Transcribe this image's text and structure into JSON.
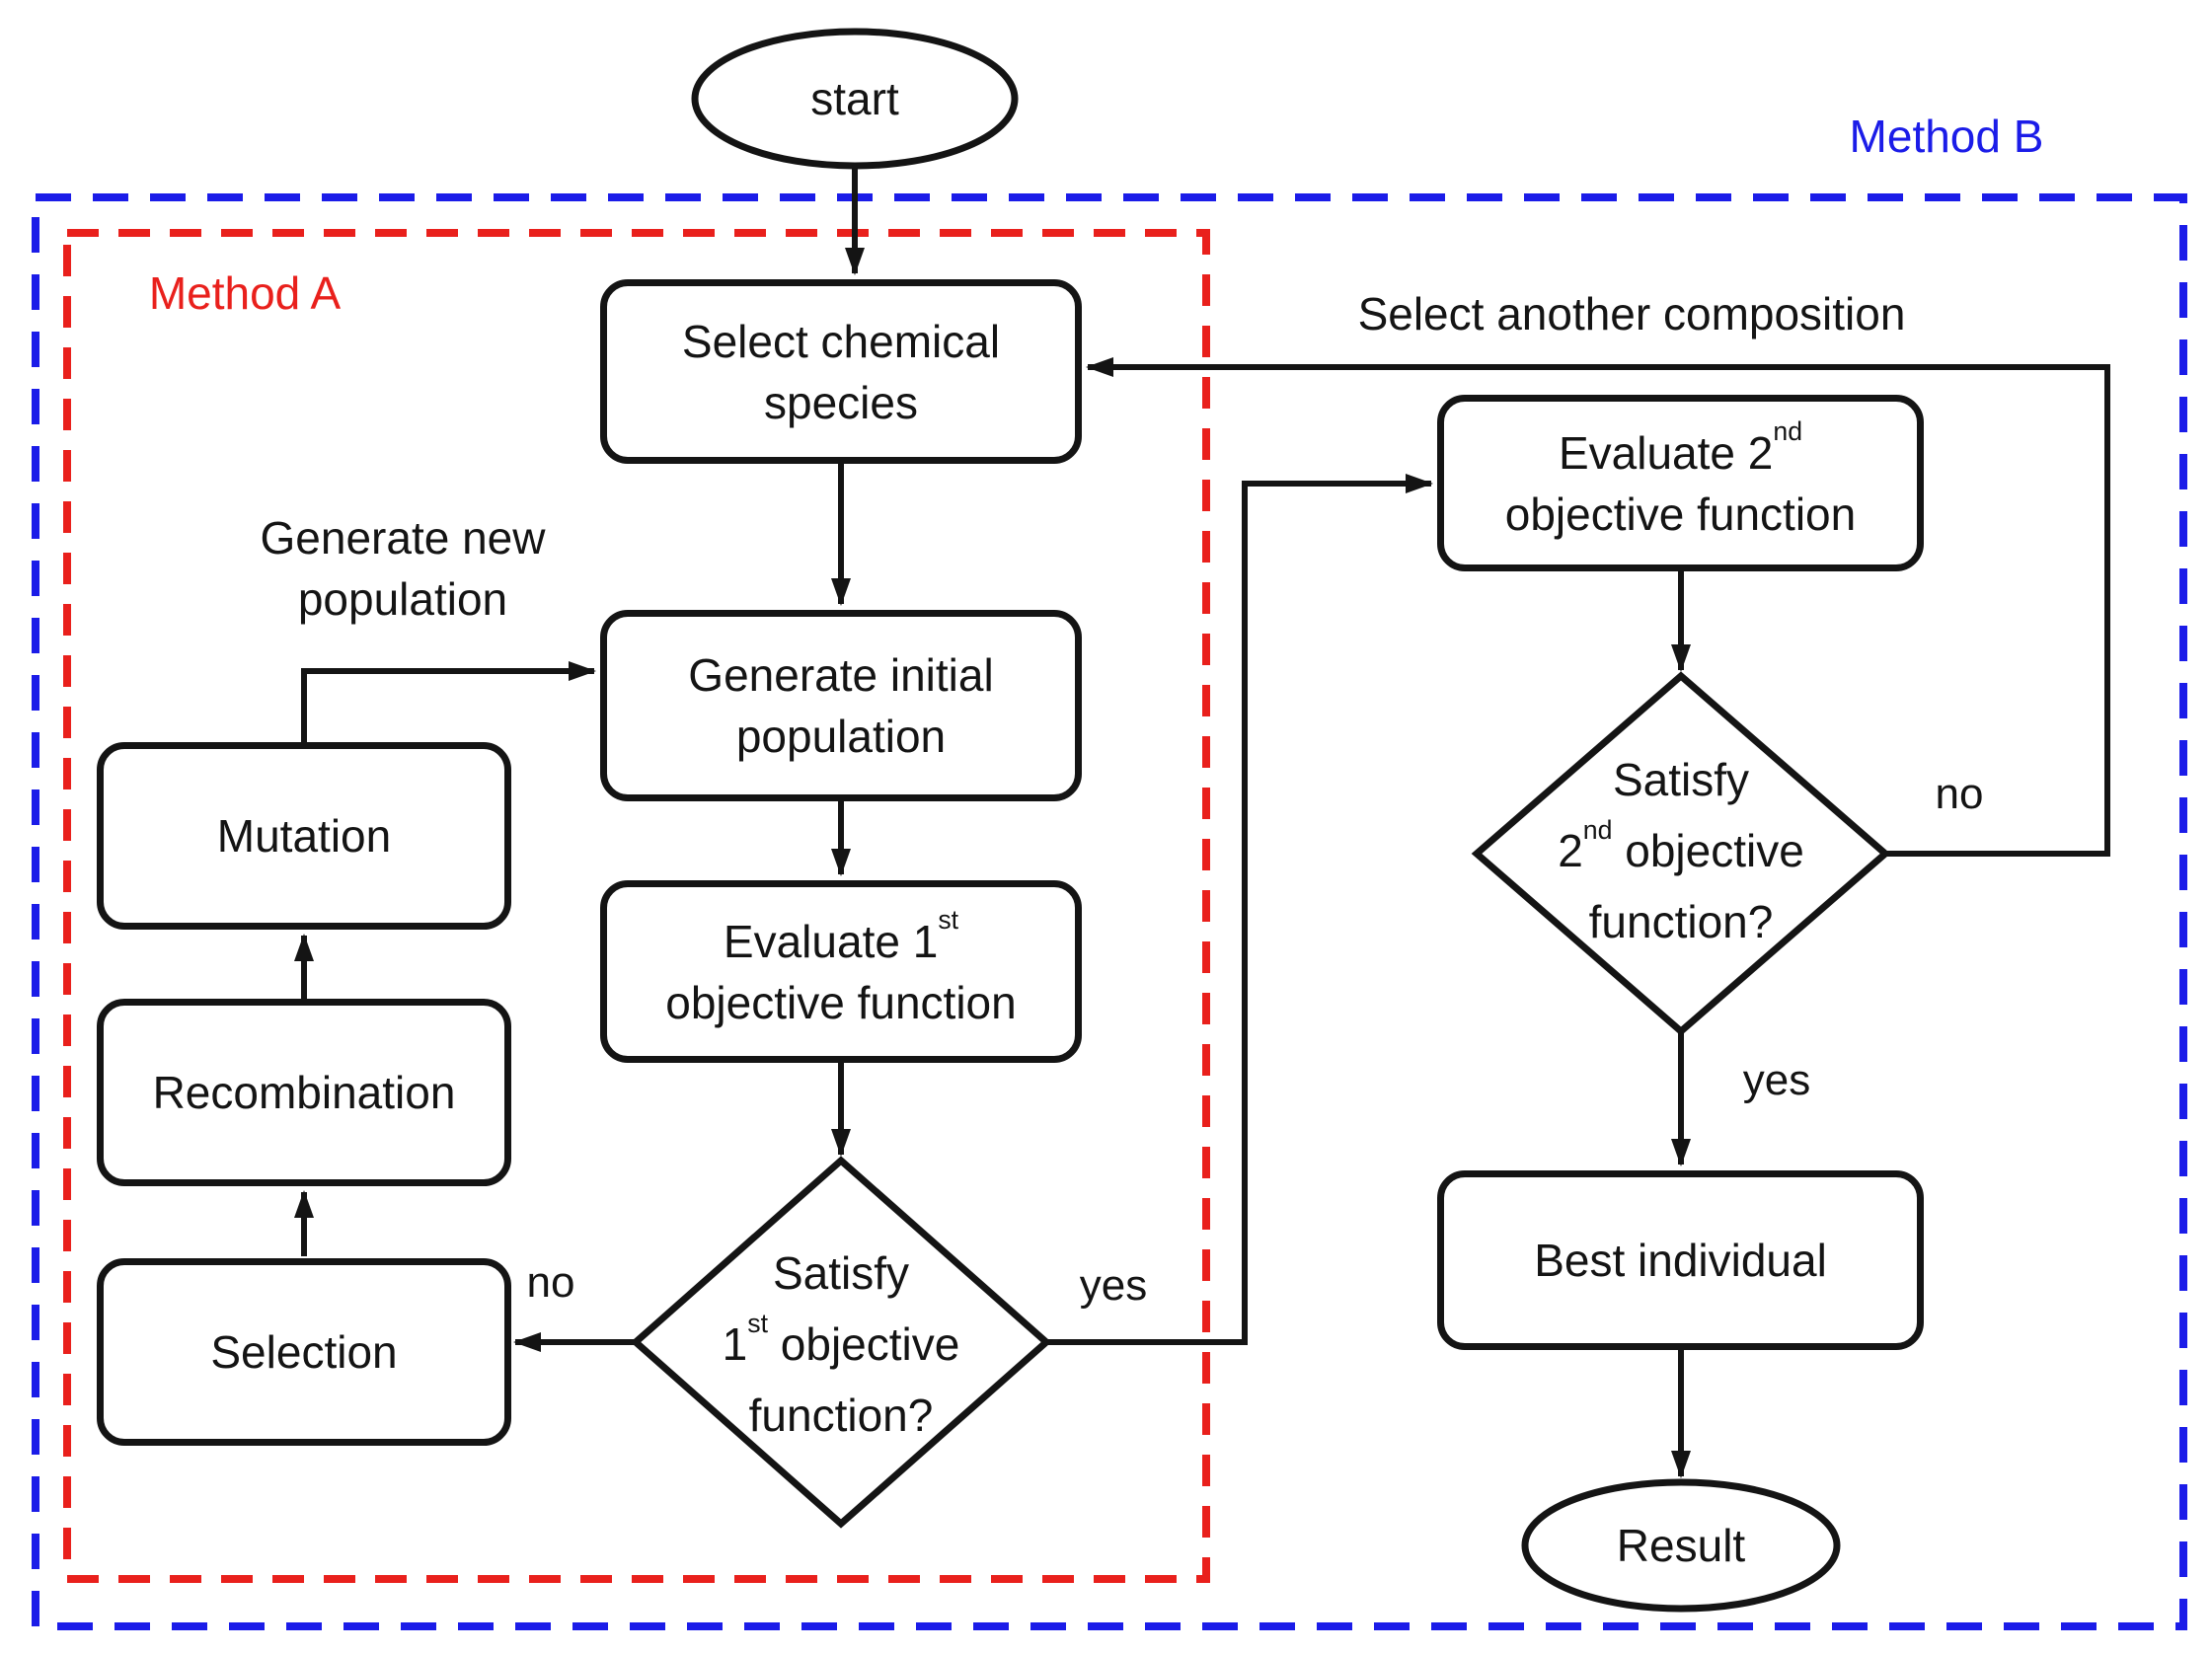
{
  "diagram": {
    "colors": {
      "stroke": "#141414",
      "background": "#ffffff",
      "method_a_red": "#e9201c",
      "method_b_blue": "#1b1ce8"
    },
    "regions": {
      "method_a": {
        "label": "Method A"
      },
      "method_b": {
        "label": "Method B"
      }
    },
    "nodes": {
      "start": {
        "label": "start"
      },
      "select_chemical_species": {
        "line1": "Select chemical",
        "line2": "species"
      },
      "generate_initial_population": {
        "line1": "Generate initial",
        "line2": "population"
      },
      "evaluate_1st": {
        "line1_pre": "Evaluate 1",
        "line1_sup": "st",
        "line2": "objective function"
      },
      "satisfy_1st": {
        "line1": "Satisfy",
        "line2_pre": "1",
        "line2_sup": "st",
        "line2_post": " objective",
        "line3": "function?"
      },
      "selection": {
        "label": "Selection"
      },
      "recombination": {
        "label": "Recombination"
      },
      "mutation": {
        "label": "Mutation"
      },
      "evaluate_2nd": {
        "line1_pre": "Evaluate 2",
        "line1_sup": "nd",
        "line2": "objective function"
      },
      "satisfy_2nd": {
        "line1": "Satisfy",
        "line2_pre": "2",
        "line2_sup": "nd",
        "line2_post": " objective",
        "line3": "function?"
      },
      "best_individual": {
        "label": "Best individual"
      },
      "result": {
        "label": "Result"
      }
    },
    "edge_labels": {
      "generate_new_population_line1": "Generate new",
      "generate_new_population_line2": "population",
      "select_another_composition": "Select another composition",
      "satisfy_1st_no": "no",
      "satisfy_1st_yes": "yes",
      "satisfy_2nd_no": "no",
      "satisfy_2nd_yes": "yes"
    }
  }
}
